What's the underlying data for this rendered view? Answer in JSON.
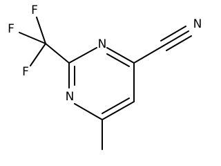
{
  "molecule": {
    "atoms": {
      "fluorine_top": "F",
      "fluorine_left": "F",
      "fluorine_bottom": "F",
      "ring_nitrogen_top": "N",
      "ring_nitrogen_bottom": "N",
      "nitrile_nitrogen": "N"
    }
  },
  "colors": {
    "bond": "#000000",
    "label": "#000000",
    "background": "#ffffff"
  }
}
